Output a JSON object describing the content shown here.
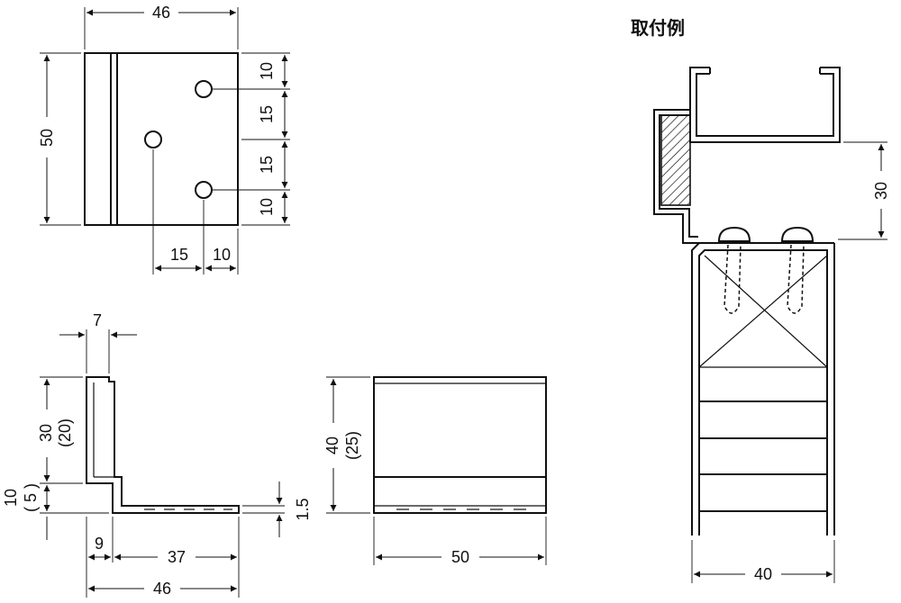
{
  "diagram": {
    "mounting_example_title": "取付例",
    "top_view": {
      "width": "46",
      "height": "50",
      "right_dims": [
        "10",
        "15",
        "15",
        "10"
      ],
      "bottom_dims": [
        "15",
        "10"
      ]
    },
    "side_view": {
      "lip": "7",
      "height_main": "30",
      "height_main_alt": "(20)",
      "height_low": "10",
      "height_low_alt": "( 5 )",
      "thickness": "1.5",
      "offset": "9",
      "length": "37",
      "total": "46"
    },
    "front_view": {
      "height": "40",
      "height_alt": "(25)",
      "width": "50"
    },
    "mount_example": {
      "gap": "30",
      "width": "40"
    }
  }
}
